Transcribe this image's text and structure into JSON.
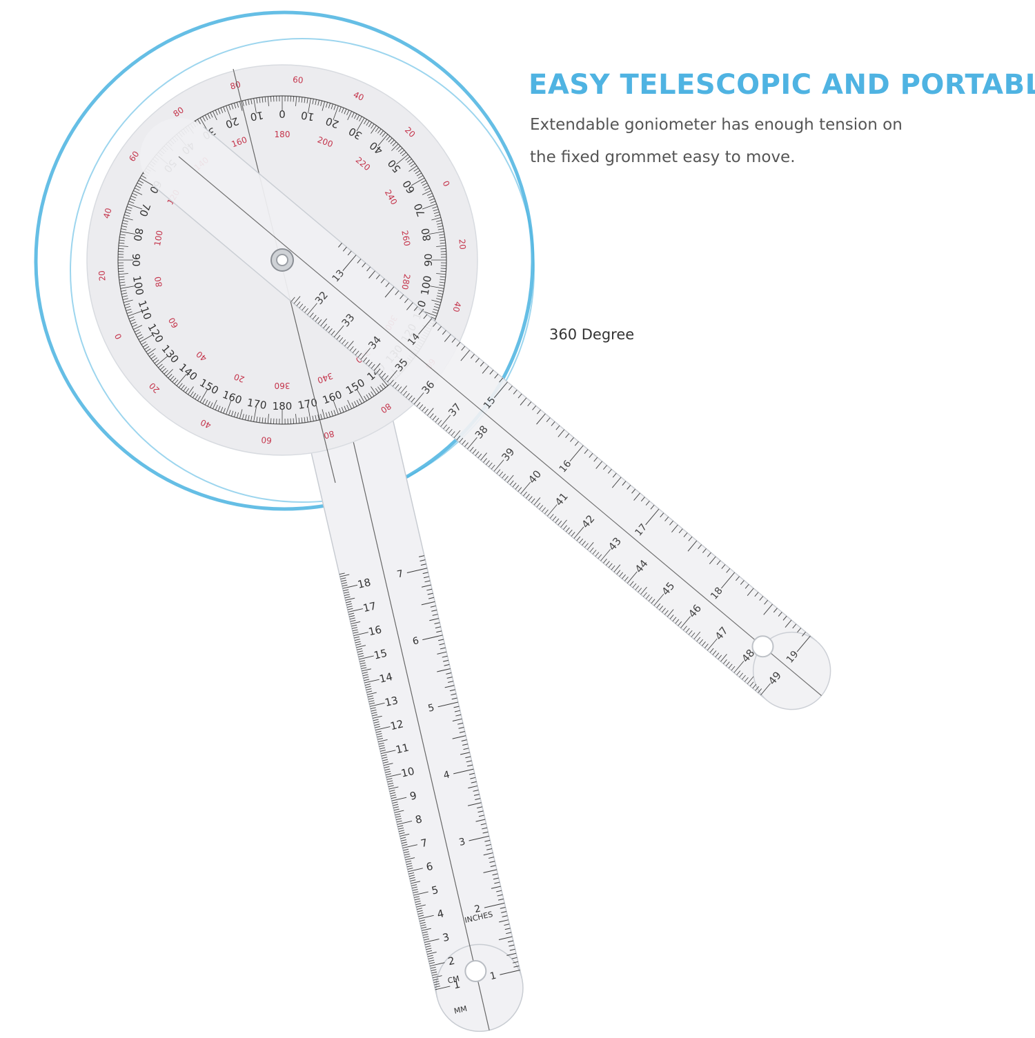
{
  "headline": {
    "text": "EASY TELESCOPIC AND PORTABLE",
    "color": "#4fb3e2"
  },
  "description": {
    "lines": [
      "Extendable goniometer has enough tension on",
      "the fixed grommet easy to move."
    ]
  },
  "callout": {
    "text": "360 Degree"
  },
  "colors": {
    "halo": "#4ab3e0",
    "body": "#ececef",
    "body_edge": "#c8ccd2",
    "tick": "#3a3a3a",
    "scale_black": "#333333",
    "scale_red": "#c4334a"
  },
  "dial": {
    "outer_labels_black": [
      "180",
      "170",
      "160",
      "150",
      "140",
      "130",
      "120",
      "110",
      "100",
      "90",
      "80",
      "70",
      "60",
      "50",
      "40",
      "30",
      "20",
      "10",
      "0",
      "10",
      "20",
      "30",
      "40",
      "50",
      "60",
      "70",
      "80",
      "90",
      "100",
      "110",
      "120",
      "130",
      "140",
      "150",
      "160",
      "170"
    ],
    "inner_labels_red": [
      "180",
      "200",
      "220",
      "240",
      "260",
      "280",
      "300",
      "320",
      "340",
      "360",
      "20",
      "40",
      "60",
      "80",
      "100",
      "120",
      "140",
      "160"
    ],
    "rim_labels_red": [
      "80",
      "60",
      "40",
      "20",
      "0",
      "20",
      "40",
      "60",
      "80",
      "80",
      "60",
      "40",
      "20",
      "0",
      "20",
      "40",
      "60",
      "80"
    ]
  },
  "short_arm": {
    "inch_labels": [
      "1",
      "2",
      "3",
      "4",
      "5",
      "6",
      "7"
    ],
    "cm_labels": [
      "1",
      "2",
      "3",
      "4",
      "5",
      "6",
      "7",
      "8",
      "9",
      "10",
      "11",
      "12",
      "13",
      "14",
      "15",
      "16",
      "17",
      "18"
    ],
    "inches_unit": "INCHES",
    "cm_unit": "CM",
    "mm_unit": "MM"
  },
  "long_arm": {
    "inch_labels": [
      "13",
      "14",
      "15",
      "16",
      "17",
      "18",
      "19"
    ],
    "cm_labels": [
      "32",
      "33",
      "34",
      "35",
      "36",
      "37",
      "38",
      "39",
      "40",
      "41",
      "42",
      "43",
      "44",
      "45",
      "46",
      "47",
      "48",
      "49"
    ]
  }
}
